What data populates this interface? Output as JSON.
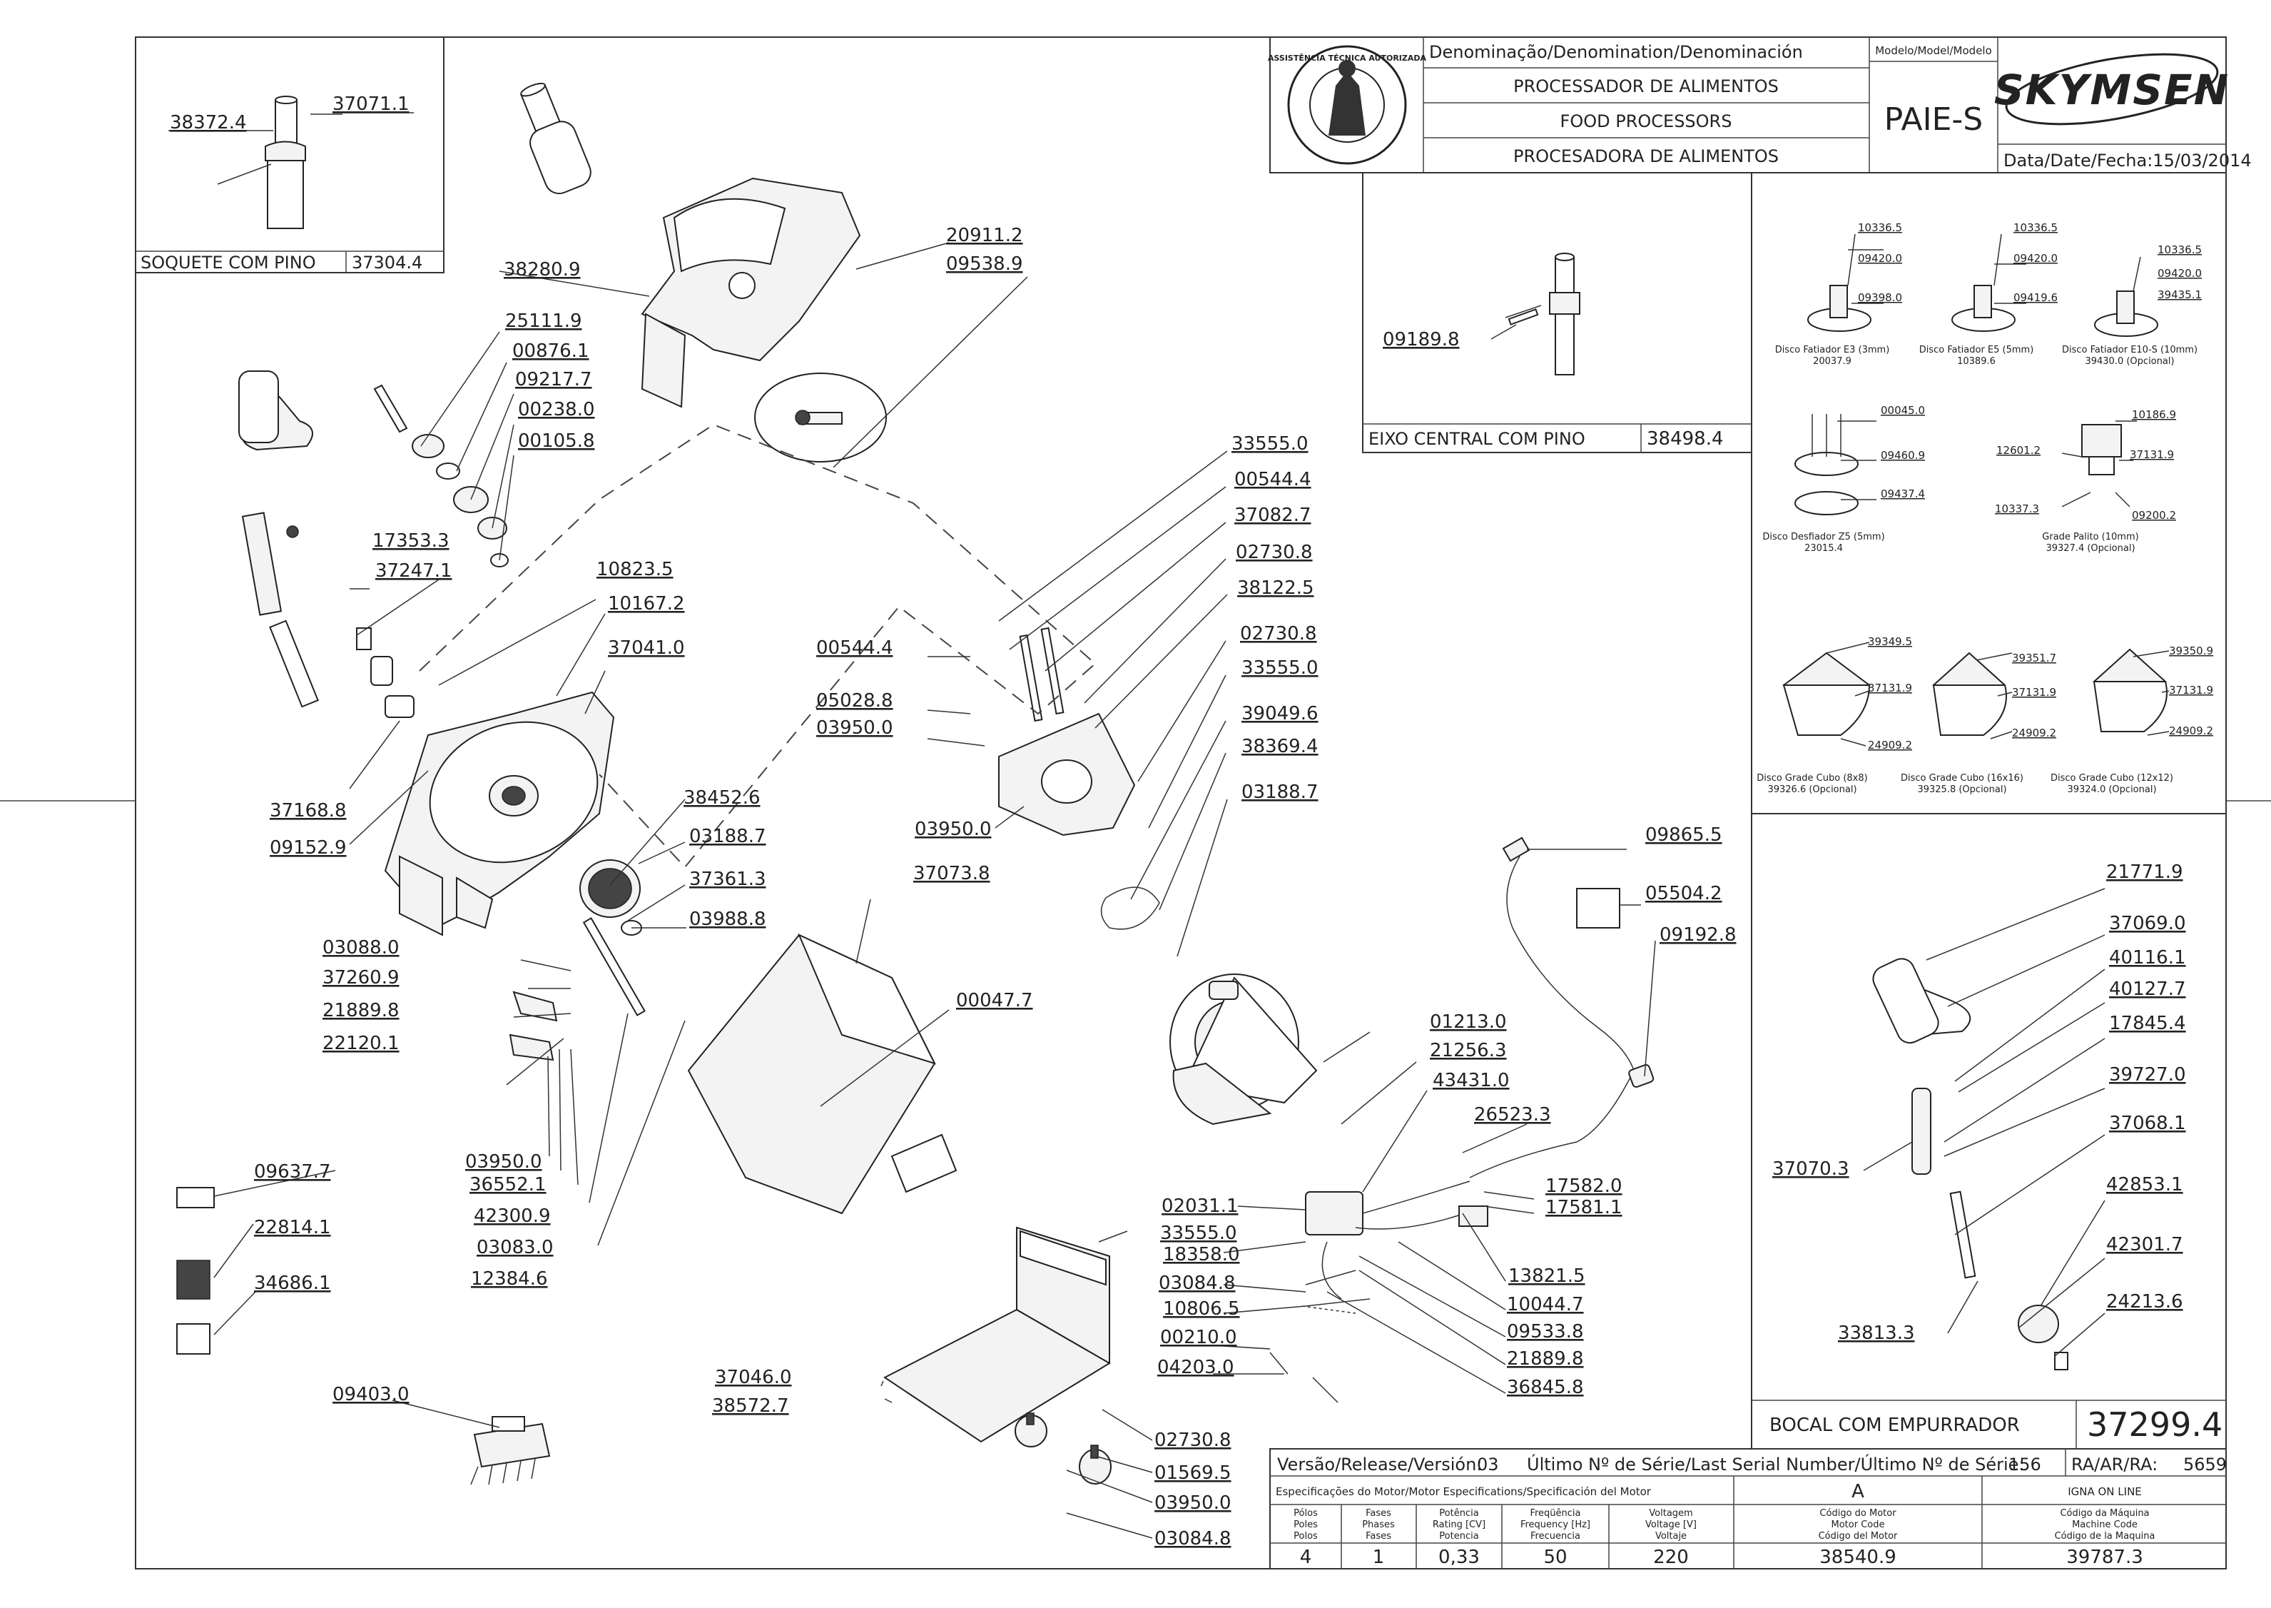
{
  "title_block": {
    "denomination_header": "Denominação/Denomination/Denominación",
    "name_pt": "PROCESSADOR DE ALIMENTOS",
    "name_en": "FOOD PROCESSORS",
    "name_es": "PROCESADORA DE ALIMENTOS",
    "model_header": "Modelo/Model/Modelo",
    "model": "PAIE-S",
    "brand": "SKYMSEN",
    "date": "Data/Date/Fecha:15/03/2014",
    "seal_text": "ASSISTÊNCIA TÉCNICA AUTORIZADA"
  },
  "assemblies": {
    "soquete": {
      "label": "SOQUETE COM PINO",
      "code": "37304.4"
    },
    "eixo": {
      "label": "EIXO CENTRAL COM PINO",
      "code": "38498.4"
    },
    "bocal": {
      "label": "BOCAL COM EMPURRADOR",
      "code": "37299.4"
    }
  },
  "discs": {
    "e3": {
      "line1": "Disco Fatiador E3 (3mm)",
      "line2": "20037.9"
    },
    "e5": {
      "line1": "Disco Fatiador E5 (5mm)",
      "line2": "10389.6"
    },
    "e10": {
      "line1": "Disco Fatiador E10-S (10mm)",
      "line2": "39430.0 (Opcional)"
    },
    "z5": {
      "line1": "Disco Desfiador Z5 (5mm)",
      "line2": "23015.4"
    },
    "grade_palito": {
      "line1": "Grade Palito (10mm)",
      "line2": "39327.4 (Opcional)"
    },
    "cubo8": {
      "line1": "Disco Grade Cubo (8x8)",
      "line2": "39326.6 (Opcional)"
    },
    "cubo16": {
      "line1": "Disco Grade Cubo (16x16)",
      "line2": "39325.8 (Opcional)"
    },
    "cubo12": {
      "line1": "Disco Grade Cubo (12x12)",
      "line2": "39324.0 (Opcional)"
    }
  },
  "part_numbers": {
    "p38372_4": "38372.4",
    "p37071_1": "37071.1",
    "p38280_9": "38280.9",
    "p20911_2": "20911.2",
    "p09538_9": "09538.9",
    "p25111_9": "25111.9",
    "p00876_1": "00876.1",
    "p09217_7": "09217.7",
    "p00238_0": "00238.0",
    "p00105_8": "00105.8",
    "p17353_3": "17353.3",
    "p37247_1": "37247.1",
    "p10823_5": "10823.5",
    "p10167_2": "10167.2",
    "p37041_0": "37041.0",
    "p37168_8": "37168.8",
    "p09152_9": "09152.9",
    "p38452_6": "38452.6",
    "p03188_7a": "03188.7",
    "p37361_3": "37361.3",
    "p03988_8": "03988.8",
    "p03088_0": "03088.0",
    "p37260_9": "37260.9",
    "p21889_8a": "21889.8",
    "p22120_1": "22120.1",
    "p03950_0a": "03950.0",
    "p36552_1": "36552.1",
    "p42300_9": "42300.9",
    "p03083_0": "03083.0",
    "p12384_6": "12384.6",
    "p09637_7": "09637.7",
    "p22814_1": "22814.1",
    "p34686_1": "34686.1",
    "p09403_0": "09403.0",
    "p33555_0a": "33555.0",
    "p00544_4a": "00544.4",
    "p37082_7": "37082.7",
    "p02730_8a": "02730.8",
    "p38122_5": "38122.5",
    "p02730_8b": "02730.8",
    "p33555_0b": "33555.0",
    "p39049_6": "39049.6",
    "p38369_4": "38369.4",
    "p03188_7b": "03188.7",
    "p00544_4b": "00544.4",
    "p05028_8": "05028.8",
    "p03950_0b": "03950.0",
    "p03950_0c": "03950.0",
    "p37073_8": "37073.8",
    "p00047_7": "00047.7",
    "p09865_5": "09865.5",
    "p05504_2": "05504.2",
    "p09192_8": "09192.8",
    "p01213_0": "01213.0",
    "p21256_3": "21256.3",
    "p43431_0": "43431.0",
    "p26523_3": "26523.3",
    "p17582_0": "17582.0",
    "p17581_1": "17581.1",
    "p02031_1": "02031.1",
    "p33555_0c": "33555.0",
    "p18358_0": "18358.0",
    "p03084_8a": "03084.8",
    "p10806_5": "10806.5",
    "p00210_0": "00210.0",
    "p04203_0": "04203.0",
    "p13821_5": "13821.5",
    "p10044_7": "10044.7",
    "p09533_8": "09533.8",
    "p21889_8b": "21889.8",
    "p36845_8": "36845.8",
    "p37046_0": "37046.0",
    "p38572_7": "38572.7",
    "p02730_8c": "02730.8",
    "p01569_5": "01569.5",
    "p03950_0d": "03950.0",
    "p03084_8b": "03084.8",
    "p09189_8": "09189.8",
    "p10336_5a": "10336.5",
    "p09420_0a": "09420.0",
    "p09398_0": "09398.0",
    "p10336_5b": "10336.5",
    "p09420_0b": "09420.0",
    "p09419_6": "09419.6",
    "p10336_5c": "10336.5",
    "p09420_0c": "09420.0",
    "p39435_1": "39435.1",
    "p00045_0": "00045.0",
    "p09460_9": "09460.9",
    "p09437_4": "09437.4",
    "p10186_9": "10186.9",
    "p12601_2": "12601.2",
    "p37131_9a": "37131.9",
    "p10337_3": "10337.3",
    "p09200_2": "09200.2",
    "p39349_5": "39349.5",
    "p37131_9b": "37131.9",
    "p24909_2a": "24909.2",
    "p39351_7": "39351.7",
    "p37131_9c": "37131.9",
    "p24909_2b": "24909.2",
    "p39350_9": "39350.9",
    "p37131_9d": "37131.9",
    "p24909_2c": "24909.2",
    "p21771_9": "21771.9",
    "p37069_0": "37069.0",
    "p40116_1": "40116.1",
    "p40127_7": "40127.7",
    "p17845_4": "17845.4",
    "p39727_0": "39727.0",
    "p37068_1": "37068.1",
    "p37070_3": "37070.3",
    "p42853_1": "42853.1",
    "p42301_7": "42301.7",
    "p24213_6": "24213.6",
    "p33813_3": "33813.3"
  },
  "footer": {
    "version_label": "Versão/Release/Versión:",
    "version_value": "03",
    "serial_label": "Último Nº de Série/Last Serial Number/Último Nº de Série:",
    "serial_value": "156",
    "ra_label": "RA/AR/RA:",
    "ra_value": "5659",
    "motor_spec_label": "Especificações do Motor/Motor Especifications/Specificación del Motor",
    "spec_letter": "A",
    "igna_label": "IGNA ON LINE",
    "col_poles": [
      "Pólos",
      "Poles",
      "Polos"
    ],
    "col_phases": [
      "Fases",
      "Phases",
      "Fases"
    ],
    "col_power": [
      "Potência",
      "Rating [CV]",
      "Potencia"
    ],
    "col_freq": [
      "Freqüência",
      "Frequency [Hz]",
      "Frecuencia"
    ],
    "col_volt": [
      "Voltagem",
      "Voltage [V]",
      "Voltaje"
    ],
    "col_motor": [
      "Código do Motor",
      "Motor Code",
      "Código del Motor"
    ],
    "col_machine": [
      "Código da Máquina",
      "Machine Code",
      "Código de la Maquina"
    ],
    "poles": "4",
    "phases": "1",
    "power": "0,33",
    "frequency": "50",
    "voltage": "220",
    "motor_code": "38540.9",
    "machine_code": "39787.3"
  }
}
